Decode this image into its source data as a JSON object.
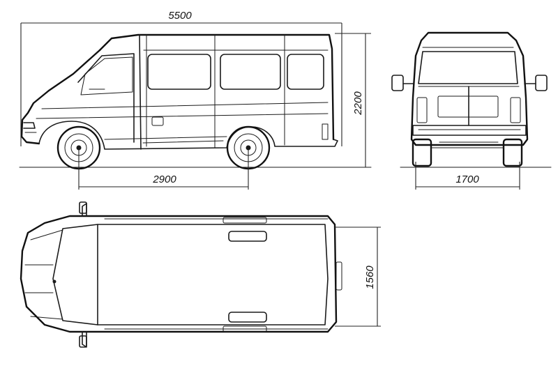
{
  "dimensions": {
    "overall_length": "5500",
    "overall_height": "2200",
    "wheelbase": "2900",
    "track_width": "1700",
    "body_width": "1560"
  },
  "colors": {
    "line": "#1a1a1a",
    "background": "#ffffff"
  }
}
